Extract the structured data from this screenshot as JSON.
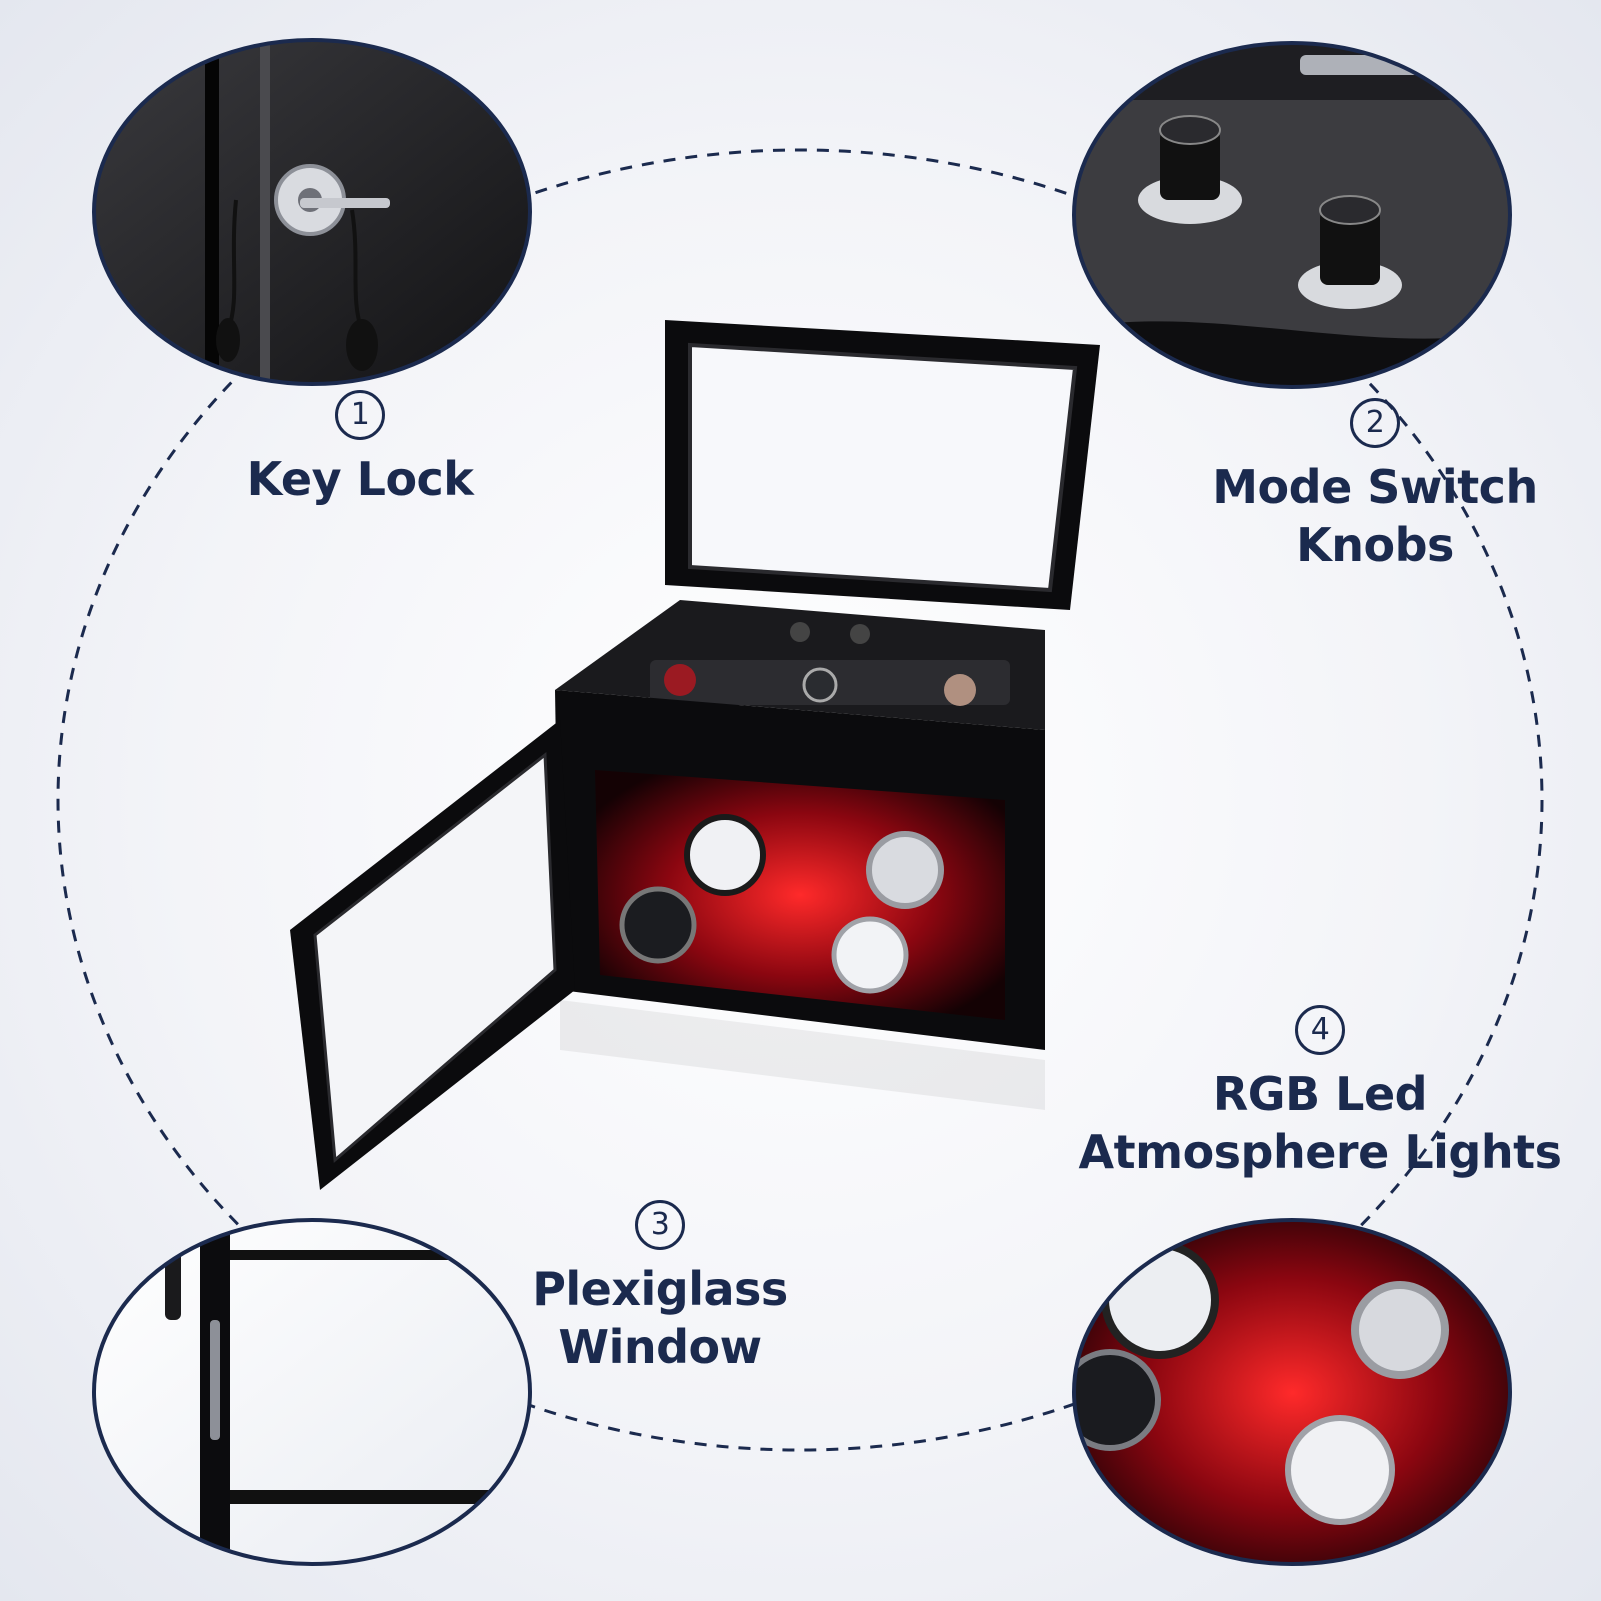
{
  "features": [
    {
      "number": "1",
      "title_lines": [
        "Key Lock"
      ]
    },
    {
      "number": "2",
      "title_lines": [
        "Mode Switch",
        "Knobs"
      ]
    },
    {
      "number": "3",
      "title_lines": [
        "Plexiglass",
        "Window"
      ]
    },
    {
      "number": "4",
      "title_lines": [
        "RGB Led",
        "Atmosphere Lights"
      ]
    }
  ],
  "colors": {
    "text": "#1b2a4e",
    "box_black": "#0b0b0d",
    "led_red": "#c8101c",
    "dashed_ring": "#1b2a4e"
  }
}
